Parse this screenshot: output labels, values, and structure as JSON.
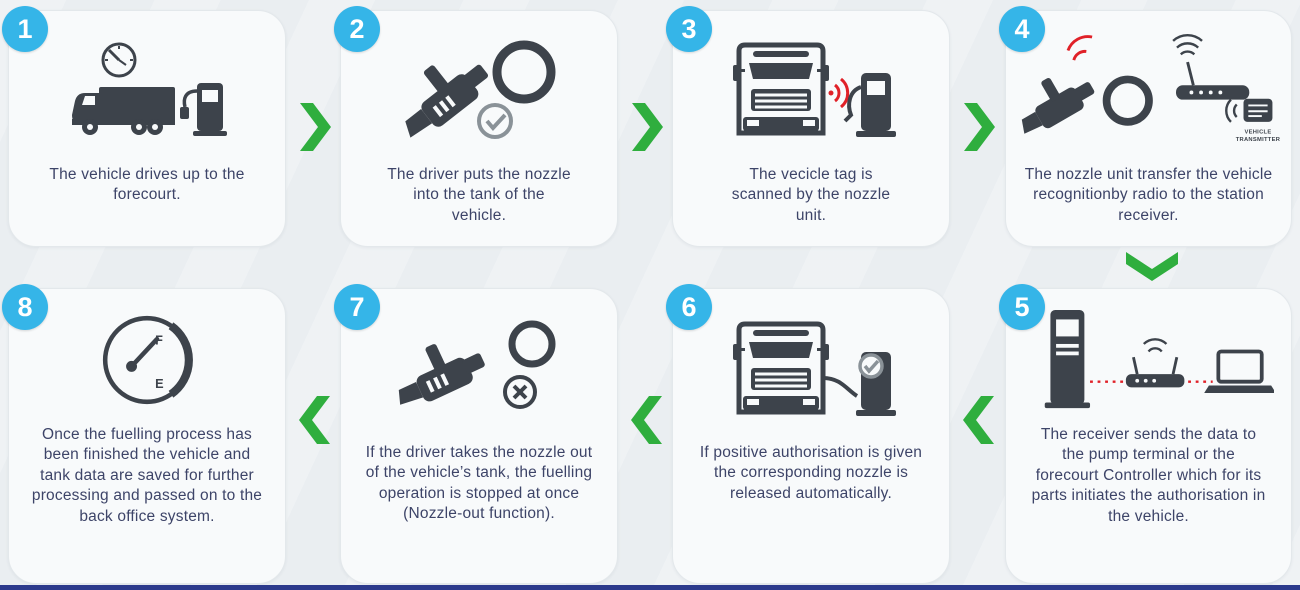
{
  "colors": {
    "page_bg": "#eaeef1",
    "card_bg": "#f8fafb",
    "badge_blue": "#35b5e8",
    "arrow_green": "#2fae3e",
    "text_navy": "#3d4468",
    "icon_ink": "#3d434b",
    "alert_red": "#e02128",
    "check_gray": "#8a9298",
    "footer_blue": "#2c3a8c"
  },
  "labels": {
    "vehicle_transmitter_line1": "VEHICLE",
    "vehicle_transmitter_line2": "TRANSMITTER",
    "gauge_full": "F",
    "gauge_empty": "E"
  },
  "steps": [
    {
      "number": "1",
      "text": "The vehicle drives up to the forecourt."
    },
    {
      "number": "2",
      "text": "The driver puts the nozzle into the tank of the vehicle."
    },
    {
      "number": "3",
      "text": "The vecicle tag is scanned by the nozzle unit."
    },
    {
      "number": "4",
      "text": "The nozzle unit transfer the vehicle recognitionby radio to the station receiver."
    },
    {
      "number": "5",
      "text": "The receiver sends the data to the pump terminal or the forecourt Controller which for its parts initiates the authorisation in the vehicle."
    },
    {
      "number": "6",
      "text": "If positive authorisation is given the corresponding nozzle is released automatically."
    },
    {
      "number": "7",
      "text": "If the driver takes the nozzle out of the vehicle’s tank, the fuelling operation is stopped at once (Nozzle-out function)."
    },
    {
      "number": "8",
      "text": "Once the fuelling process has been finished the vehicle and tank data are saved for further processing and passed on to the back office system."
    }
  ]
}
